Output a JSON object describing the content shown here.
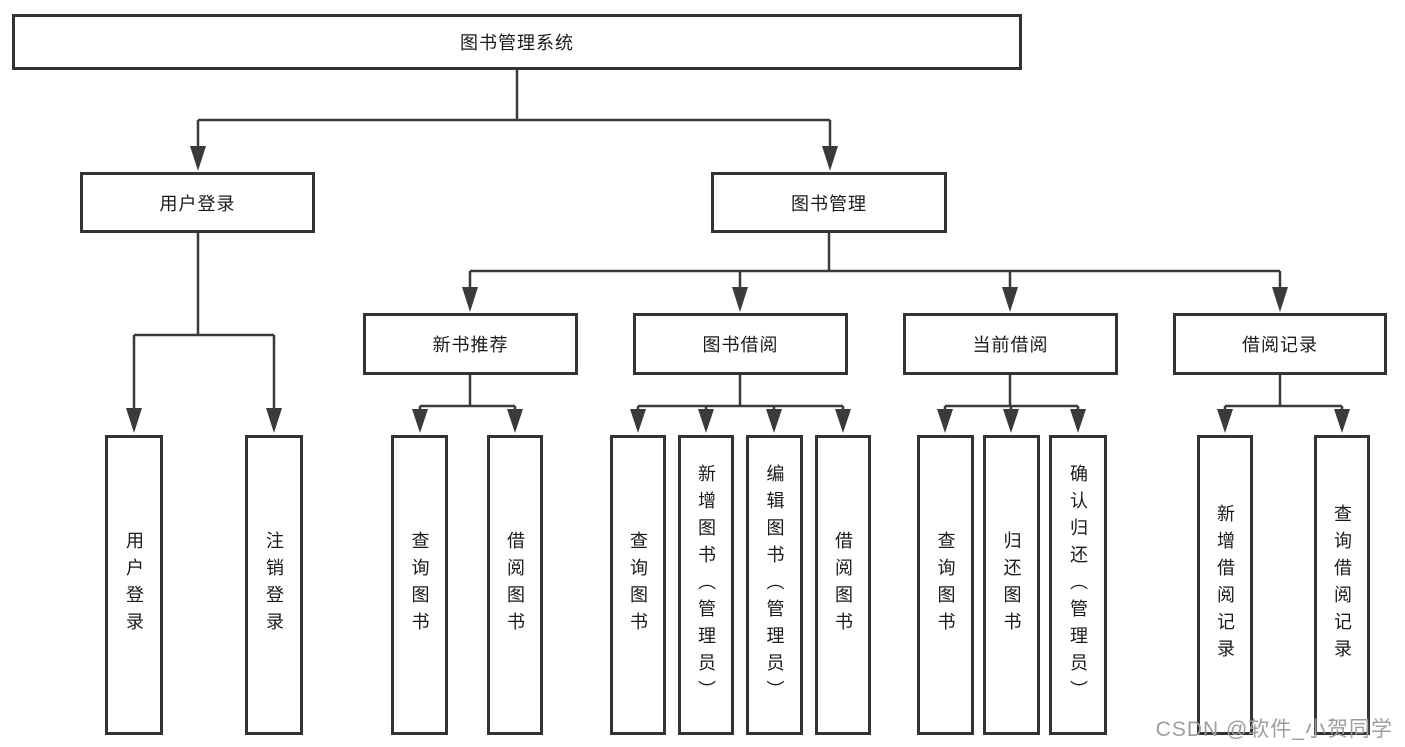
{
  "diagram": {
    "root": {
      "label": "图书管理系统"
    },
    "branches": [
      {
        "id": "user-login",
        "label": "用户登录",
        "children": [
          {
            "label": "用户登录"
          },
          {
            "label": "注销登录"
          }
        ]
      },
      {
        "id": "book-management",
        "label": "图书管理",
        "children": [
          {
            "label": "新书推荐",
            "children": [
              {
                "label": "查询图书"
              },
              {
                "label": "借阅图书"
              }
            ]
          },
          {
            "label": "图书借阅",
            "children": [
              {
                "label": "查询图书"
              },
              {
                "label": "新增图书（管理员）"
              },
              {
                "label": "编辑图书（管理员）"
              },
              {
                "label": "借阅图书"
              }
            ]
          },
          {
            "label": "当前借阅",
            "children": [
              {
                "label": "查询图书"
              },
              {
                "label": "归还图书"
              },
              {
                "label": "确认归还（管理员）"
              }
            ]
          },
          {
            "label": "借阅记录",
            "children": [
              {
                "label": "新增借阅记录"
              },
              {
                "label": "查询借阅记录"
              }
            ]
          }
        ]
      }
    ]
  },
  "watermark": {
    "text": "CSDN @软件_小贺同学"
  },
  "colors": {
    "line": "#3a3a3a",
    "border": "#333333",
    "text": "#1a1a1a",
    "watermark": "#9d9d9d"
  }
}
